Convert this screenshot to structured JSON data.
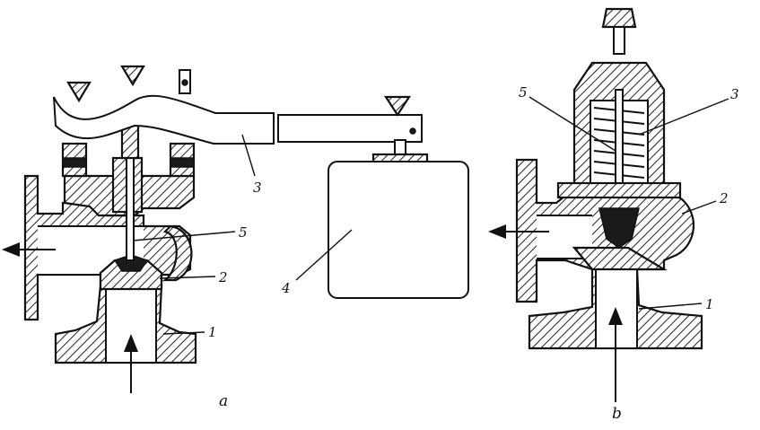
{
  "labels": {
    "a": {
      "n1": "1",
      "n2": "2",
      "n3": "3",
      "n4": "4",
      "n5": "5"
    },
    "b": {
      "n1": "1",
      "n2": "2",
      "n3": "3",
      "n5": "5"
    }
  },
  "captions": {
    "a": "a",
    "b": "b"
  }
}
